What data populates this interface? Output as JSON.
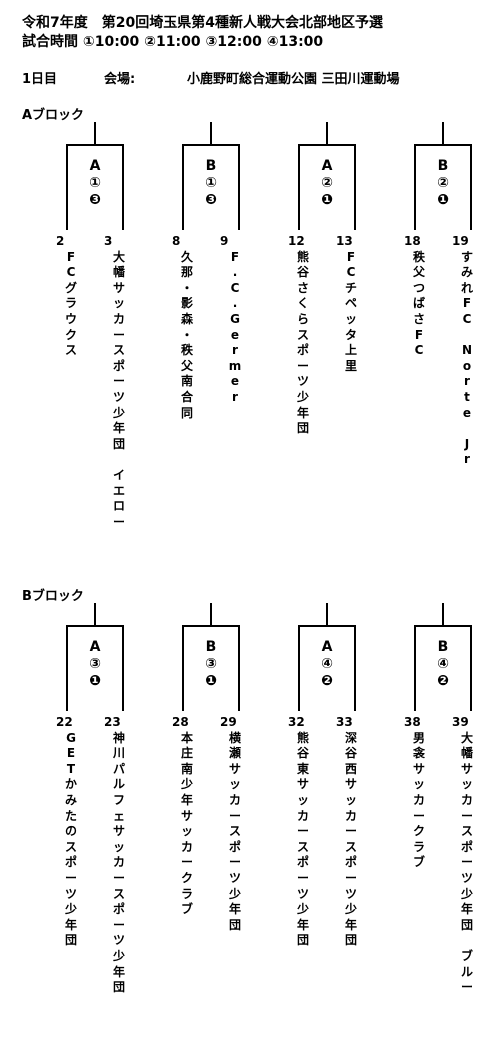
{
  "header": {
    "title": "令和7年度　第20回埼玉県第4種新人戦大会北部地区予選",
    "match_times": "試合時間 ①10:00 ②11:00 ③12:00 ④13:00"
  },
  "day": {
    "label": "1日目",
    "venue_label": "会場:",
    "venue": "小鹿野町総合運動公園 三田川運動場"
  },
  "blocks": [
    {
      "label": "Aブロック",
      "matches": [
        {
          "court": "A",
          "order": "①",
          "seq": "❸",
          "left": {
            "num": "2",
            "name": "FCグラウクス"
          },
          "right": {
            "num": "3",
            "name": "大幡サッカースポーツ少年団　イエロー"
          }
        },
        {
          "court": "B",
          "order": "①",
          "seq": "❸",
          "left": {
            "num": "8",
            "name": "久那・影森・秩父南合同"
          },
          "right": {
            "num": "9",
            "name": "F.C.Germer"
          }
        },
        {
          "court": "A",
          "order": "②",
          "seq": "❶",
          "left": {
            "num": "12",
            "name": "熊谷さくらスポーツ少年団"
          },
          "right": {
            "num": "13",
            "name": "FCチペッタ上里"
          }
        },
        {
          "court": "B",
          "order": "②",
          "seq": "❶",
          "left": {
            "num": "18",
            "name": "秩父つばさFC"
          },
          "right": {
            "num": "19",
            "name": "すみれFC　Norte　Jr"
          }
        }
      ]
    },
    {
      "label": "Bブロック",
      "matches": [
        {
          "court": "A",
          "order": "③",
          "seq": "❶",
          "left": {
            "num": "22",
            "name": "GETかみたのスポーツ少年団"
          },
          "right": {
            "num": "23",
            "name": "神川パルフェサッカースポーツ少年団"
          }
        },
        {
          "court": "B",
          "order": "③",
          "seq": "❶",
          "left": {
            "num": "28",
            "name": "本庄南少年サッカークラブ"
          },
          "right": {
            "num": "29",
            "name": "横瀬サッカースポーツ少年団"
          }
        },
        {
          "court": "A",
          "order": "④",
          "seq": "❷",
          "left": {
            "num": "32",
            "name": "熊谷東サッカースポーツ少年団"
          },
          "right": {
            "num": "33",
            "name": "深谷西サッカースポーツ少年団"
          }
        },
        {
          "court": "B",
          "order": "④",
          "seq": "❷",
          "left": {
            "num": "38",
            "name": "男衾サッカークラブ"
          },
          "right": {
            "num": "39",
            "name": "大幡サッカースポーツ少年団　ブルー"
          }
        }
      ]
    }
  ]
}
